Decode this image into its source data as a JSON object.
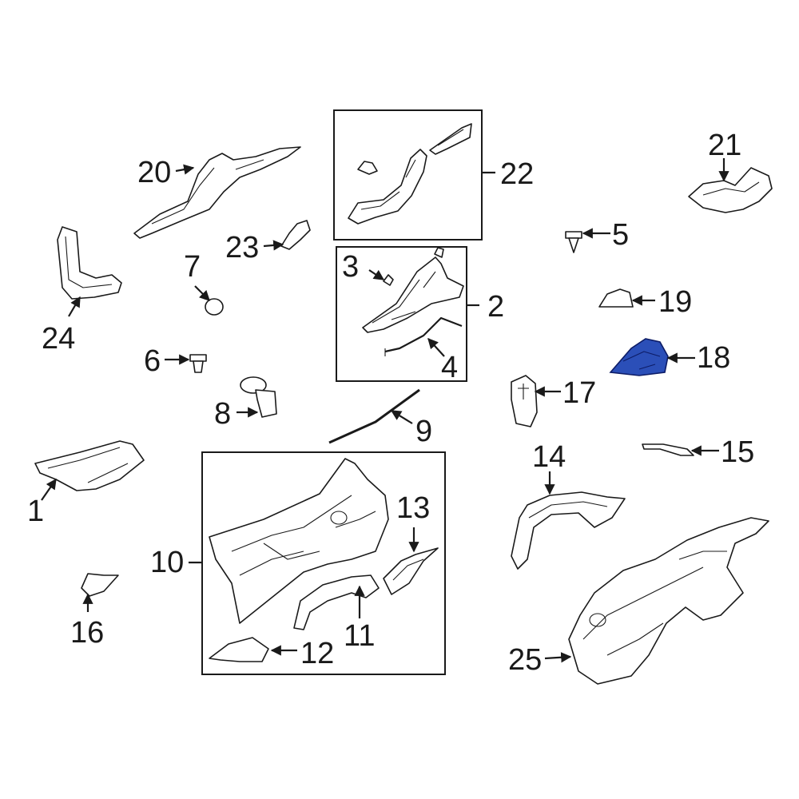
{
  "colors": {
    "line": "#1a1a1a",
    "highlight": "#2b4fb8",
    "highlight_stroke": "#0d1c66",
    "background": "#ffffff"
  },
  "highlighted_part": "18",
  "callouts": {
    "c1": "1",
    "c2": "2",
    "c3": "3",
    "c4": "4",
    "c5": "5",
    "c6": "6",
    "c7": "7",
    "c8": "8",
    "c9": "9",
    "c10": "10",
    "c11": "11",
    "c12": "12",
    "c13": "13",
    "c14": "14",
    "c15": "15",
    "c16": "16",
    "c17": "17",
    "c18": "18",
    "c19": "19",
    "c20": "20",
    "c21": "21",
    "c22": "22",
    "c23": "23",
    "c24": "24",
    "c25": "25"
  }
}
